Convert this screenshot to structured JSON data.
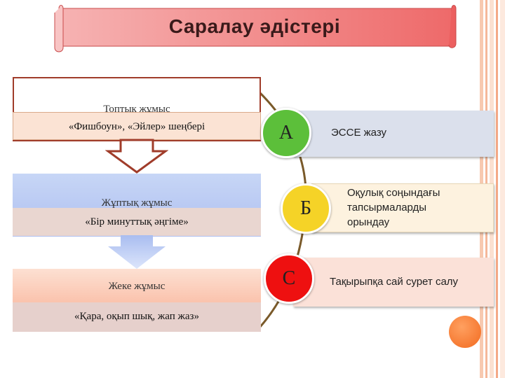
{
  "title": "Саралау әдістері",
  "left_blocks": [
    {
      "label": "Топтық жұмыс",
      "method": "«Фишбоун», «Эйлер» шеңбері"
    },
    {
      "label": "Жұптық жұмыс",
      "method": "«Бір минуттық әңгіме»"
    },
    {
      "label": "Жеке жұмыс",
      "method": "«Қара, оқып шық, жап жаз»"
    }
  ],
  "levels": [
    {
      "letter": "А",
      "task": "ЭССЕ жазу",
      "color": "#5cbf3a"
    },
    {
      "letter": "Б",
      "task": "Оқулық соңындағы тапсырмаларды орындау",
      "color": "#f5d327"
    },
    {
      "letter": "С",
      "task": "Тақырыпқа сай сурет салу",
      "color": "#ee1010"
    }
  ]
}
